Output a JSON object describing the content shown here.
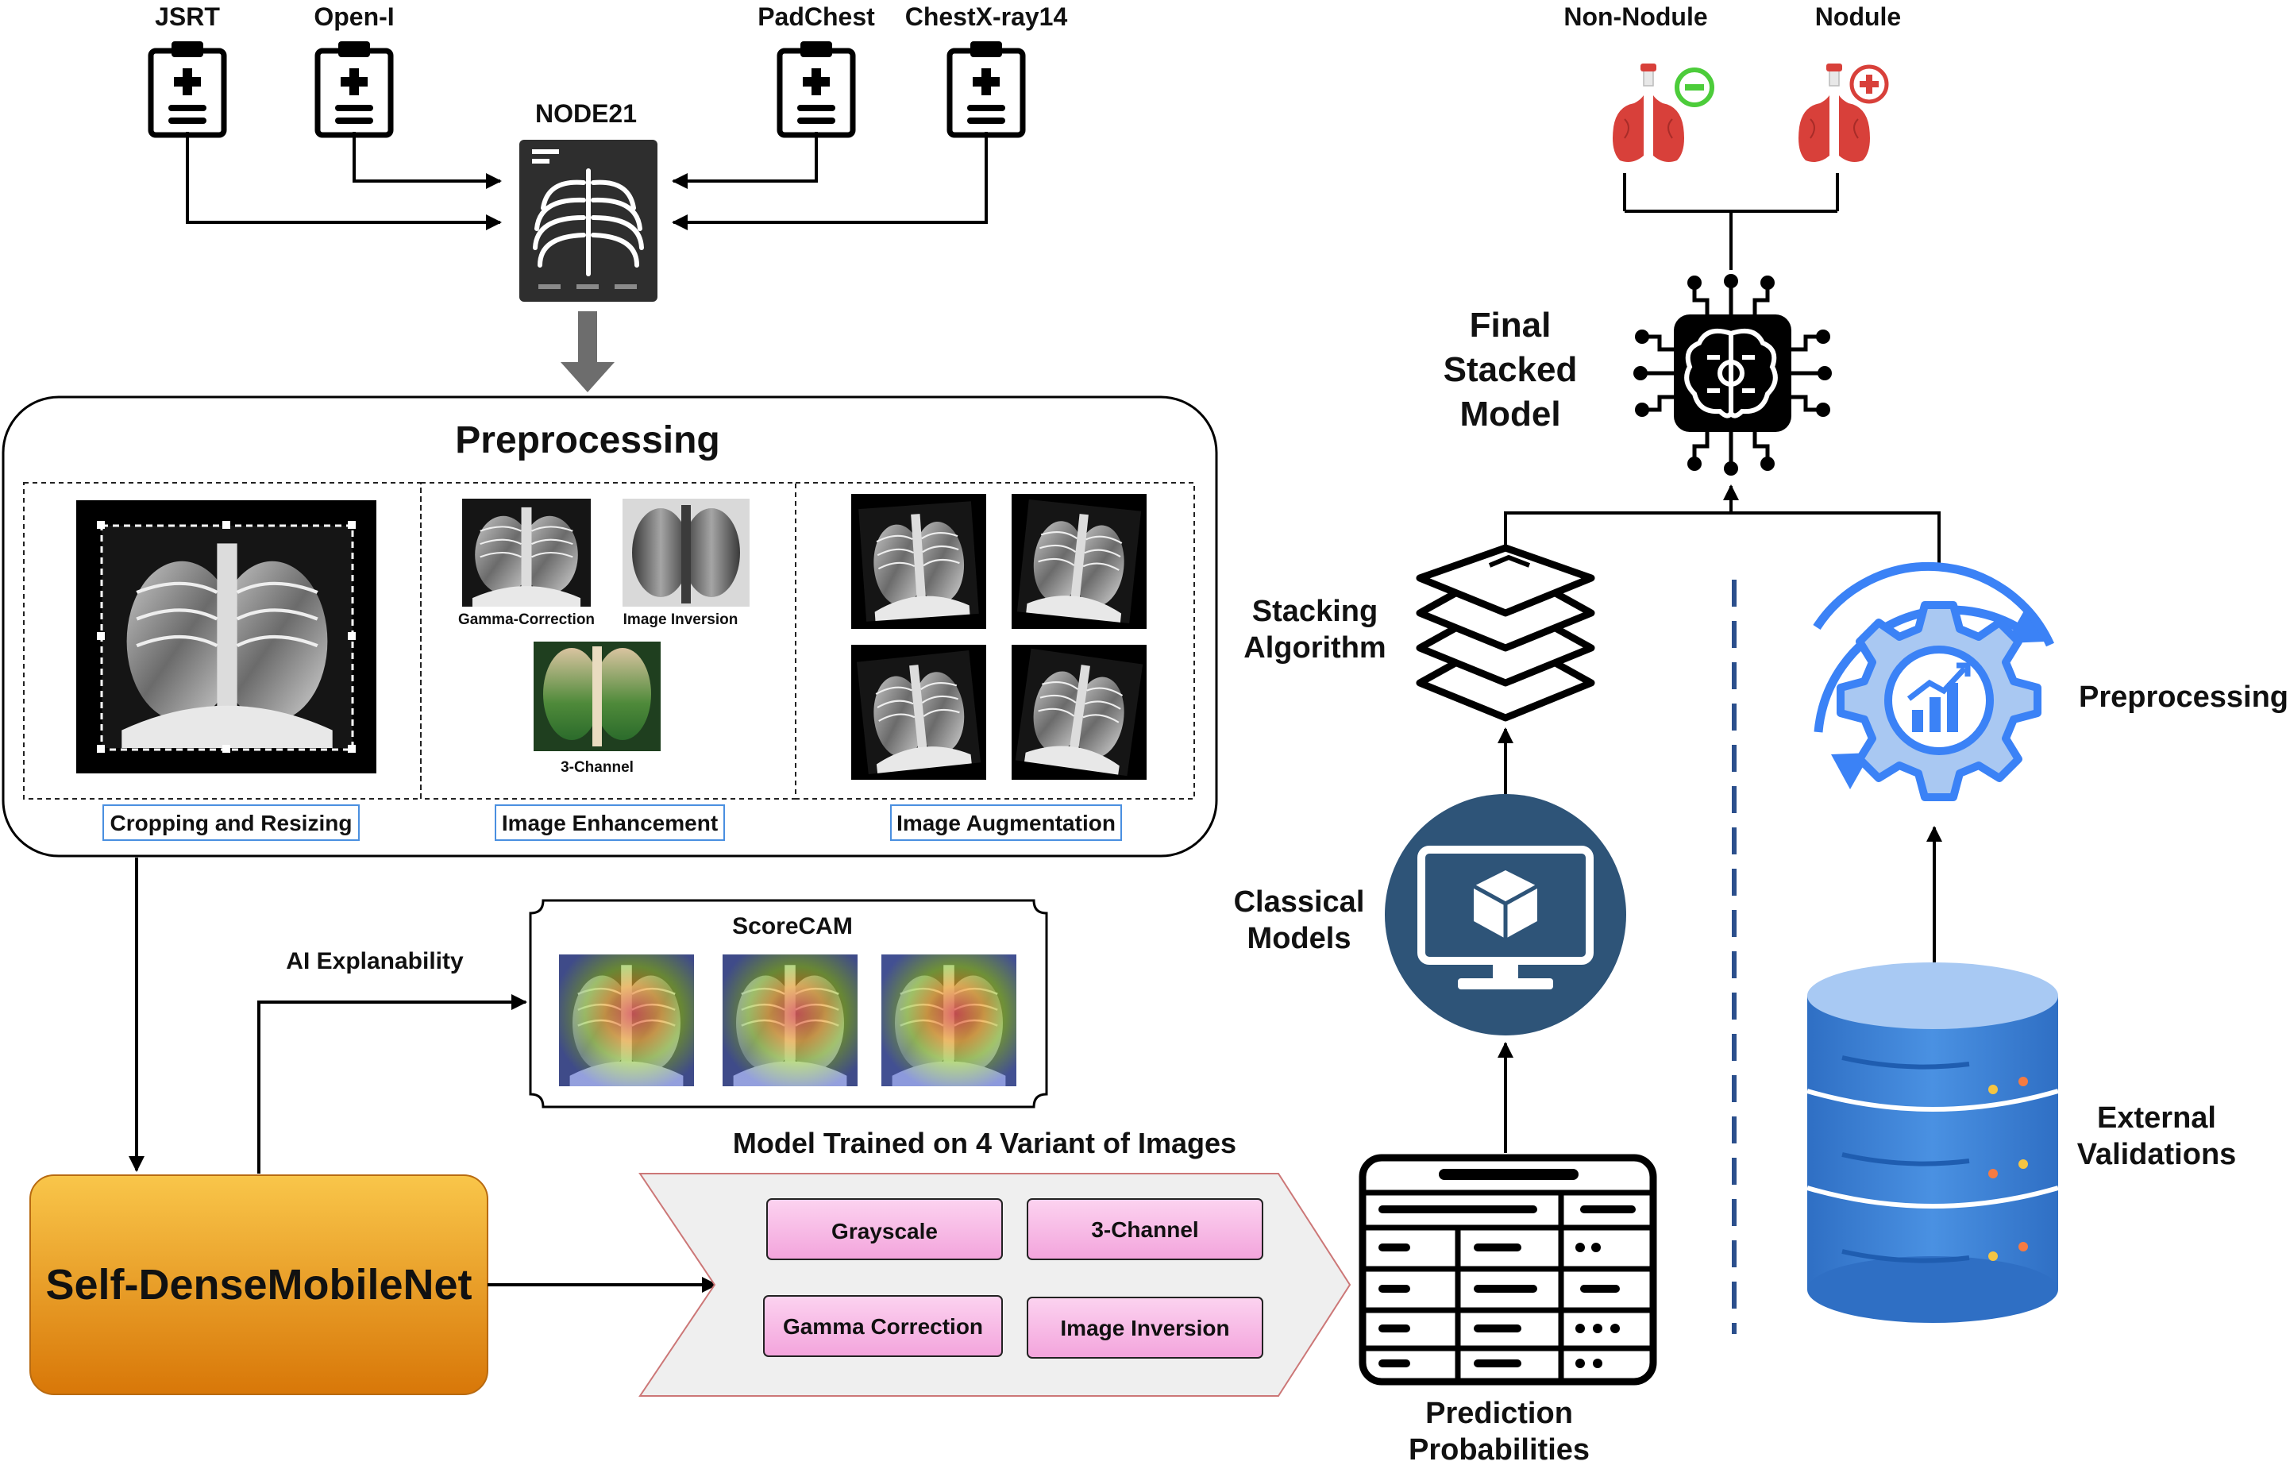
{
  "datasets": {
    "jsrt": "JSRT",
    "openi": "Open-I",
    "padchest": "PadChest",
    "chestx": "ChestX-ray14",
    "node21": "NODE21"
  },
  "preprocessing": {
    "title": "Preprocessing",
    "enhancement_labels": {
      "gamma": "Gamma-Correction",
      "inversion": "Image Inversion",
      "three_channel": "3-Channel"
    },
    "captions": {
      "crop": "Cropping and Resizing",
      "enhance": "Image Enhancement",
      "augment": "Image Augmentation"
    }
  },
  "explain": {
    "link_label": "AI Explanability",
    "panel_title": "ScoreCAM"
  },
  "model": {
    "name": "Self-DenseMobileNet",
    "variants_title": "Model Trained on 4 Variant of Images",
    "variants": [
      "Grayscale",
      "3-Channel",
      "Gamma Correction",
      "Image Inversion"
    ]
  },
  "pipeline": {
    "prediction_line1": "Prediction",
    "prediction_line2": "Probabilities",
    "classical_line1": "Classical",
    "classical_line2": "Models",
    "stacking_line1": "Stacking",
    "stacking_line2": "Algorithm",
    "final_line1": "Final",
    "final_line2": "Stacked",
    "final_line3": "Model"
  },
  "outputs": {
    "non_nodule": "Non-Nodule",
    "nodule": "Nodule"
  },
  "external": {
    "preprocessing": "Preprocessing",
    "line1": "External",
    "line2": "Validations"
  },
  "colors": {
    "model_orange_top": "#f9c64a",
    "model_orange_bottom": "#d87708",
    "variant_pink": "#f8b6e4",
    "pipeline_navy": "#2e5478",
    "gear_blue": "#3b82f6",
    "db_blue": "#3a7fd5",
    "lung_red": "#d8403a"
  }
}
